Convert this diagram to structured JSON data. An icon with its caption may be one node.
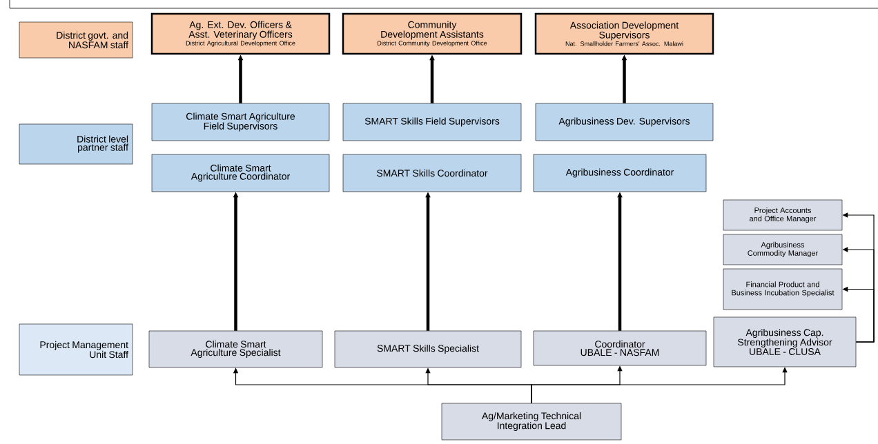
{
  "diagram": {
    "nodes": [
      {
        "text": [
          "District govt. and NASFAM staff"
        ]
      },
      {
        "text": [
          "Ag. Ext. Dev. Officers & Asst. Veterinary Officers",
          "District Agricultural Development Office"
        ]
      },
      {
        "text": [
          "Community Development Assistants",
          "District Community Development  Office"
        ]
      },
      {
        "text": [
          "Association Development Supervisors",
          "Nat. Smallholder Farmers' Assoc. Malawi"
        ]
      },
      {
        "text": [
          "District level partner staff"
        ]
      },
      {
        "text": [
          "Climate Smart Agriculture Field Supervisors"
        ]
      },
      {
        "text": [
          "SMART Skills Field Supervisors"
        ]
      },
      {
        "text": [
          "Agribusiness Dev. Supervisors"
        ]
      },
      {
        "text": [
          "Climate Smart Agriculture Coordinator"
        ]
      },
      {
        "text": [
          "SMART Skills Coordinator"
        ]
      },
      {
        "text": [
          "Agribusiness Coordinator"
        ]
      },
      {
        "text": [
          "Project Accounts and Office Manager"
        ]
      },
      {
        "text": [
          "Agribusiness Commodity Manager"
        ]
      },
      {
        "text": [
          "Financial Product and Business Incubation Specialist"
        ]
      },
      {
        "text": [
          "Project Management Unit Staff"
        ]
      },
      {
        "text": [
          "Climate Smart Agriculture Specialist"
        ]
      },
      {
        "text": [
          "SMART Skills Specialist"
        ]
      },
      {
        "text": [
          "Coordinator UBALE - NASFAM"
        ]
      },
      {
        "text": [
          "Agribusiness  Cap. Strengthening  Advisor UBALE - CLUSA"
        ]
      },
      {
        "text": [
          "Ag/Marketing Technical Integration Lead"
        ]
      }
    ],
    "edges": [
      {
        "from": 5,
        "to": 1,
        "arrow": "to",
        "style": "thick"
      },
      {
        "from": 6,
        "to": 2,
        "arrow": "to",
        "style": "thick"
      },
      {
        "from": 7,
        "to": 3,
        "arrow": "to",
        "style": "thick"
      },
      {
        "from": 15,
        "to": 8,
        "arrow": "to",
        "style": "thick"
      },
      {
        "from": 16,
        "to": 9,
        "arrow": "to",
        "style": "thick"
      },
      {
        "from": 17,
        "to": 10,
        "arrow": "to",
        "style": "thick"
      },
      {
        "from": 19,
        "to": 15,
        "arrow": "to"
      },
      {
        "from": 19,
        "to": 16,
        "arrow": "to"
      },
      {
        "from": 19,
        "to": 17,
        "arrow": "to"
      },
      {
        "from": 19,
        "to": 18,
        "arrow": "to"
      },
      {
        "from": 18,
        "to": 11,
        "arrow": "to"
      },
      {
        "from": 18,
        "to": 12,
        "arrow": "to"
      },
      {
        "from": 18,
        "to": 13,
        "arrow": "to"
      }
    ]
  }
}
